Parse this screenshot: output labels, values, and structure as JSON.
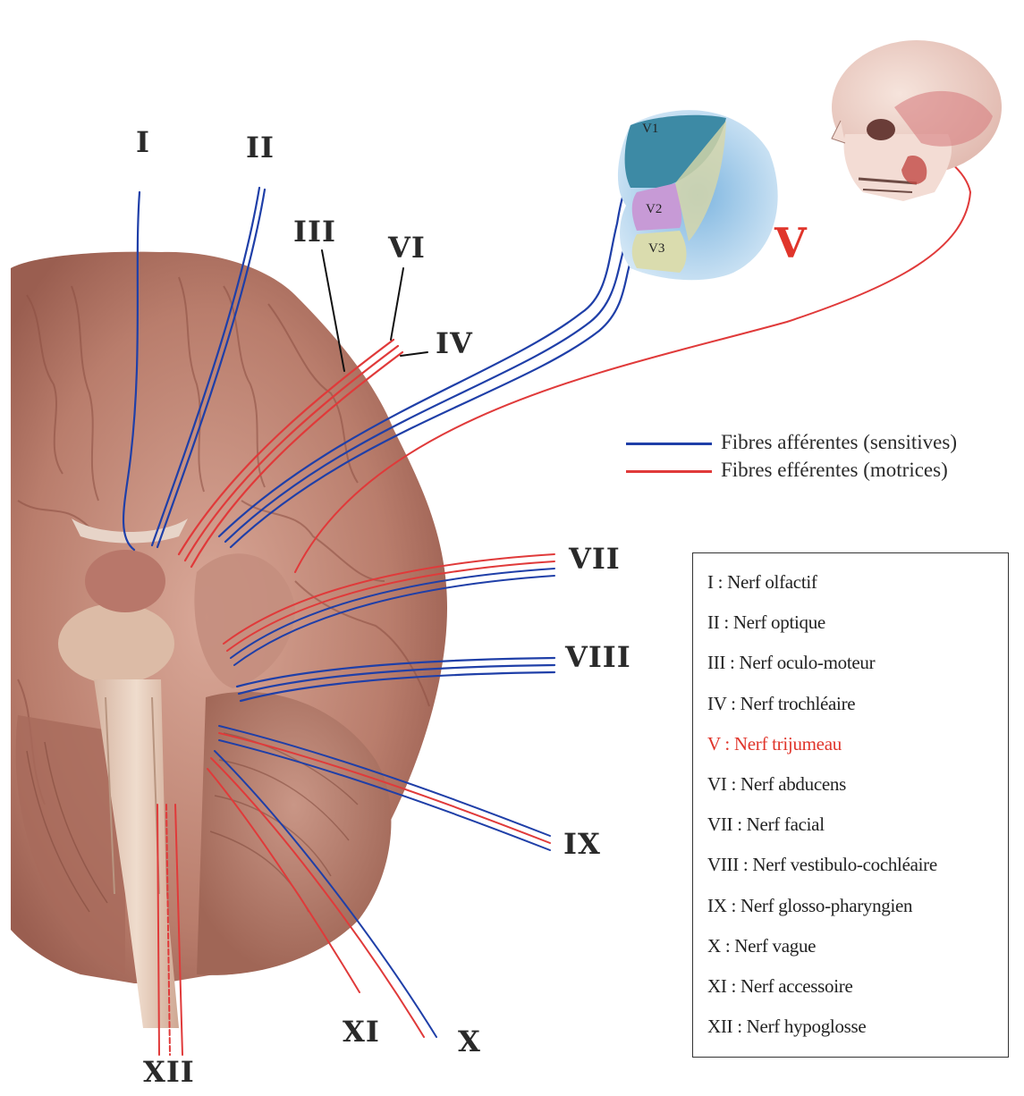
{
  "colors": {
    "afferent": "#1f3fa8",
    "efferent": "#e03a3a",
    "highlight": "#e0352b",
    "text": "#2a2a2a"
  },
  "nerve_labels": [
    "I",
    "II",
    "III",
    "IV",
    "VI",
    "VII",
    "VIII",
    "IX",
    "X",
    "XI",
    "XII"
  ],
  "trigeminal_label": "V",
  "face_regions": [
    "V1",
    "V2",
    "V3"
  ],
  "legend": {
    "afferent": "Fibres afférentes (sensitives)",
    "efferent": "Fibres efférentes (motrices)"
  },
  "nerve_list": [
    {
      "text": "I : Nerf olfactif",
      "highlight": false
    },
    {
      "text": "II : Nerf optique",
      "highlight": false
    },
    {
      "text": "III : Nerf oculo-moteur",
      "highlight": false
    },
    {
      "text": "IV : Nerf trochléaire",
      "highlight": false
    },
    {
      "text": "V : Nerf trijumeau",
      "highlight": true
    },
    {
      "text": "VI : Nerf abducens",
      "highlight": false
    },
    {
      "text": "VII : Nerf facial",
      "highlight": false
    },
    {
      "text": "VIII : Nerf vestibulo-cochléaire",
      "highlight": false
    },
    {
      "text": "IX : Nerf glosso-pharyngien",
      "highlight": false
    },
    {
      "text": "X : Nerf vague",
      "highlight": false
    },
    {
      "text": "XI : Nerf accessoire",
      "highlight": false
    },
    {
      "text": "XII : Nerf hypoglosse",
      "highlight": false
    }
  ]
}
